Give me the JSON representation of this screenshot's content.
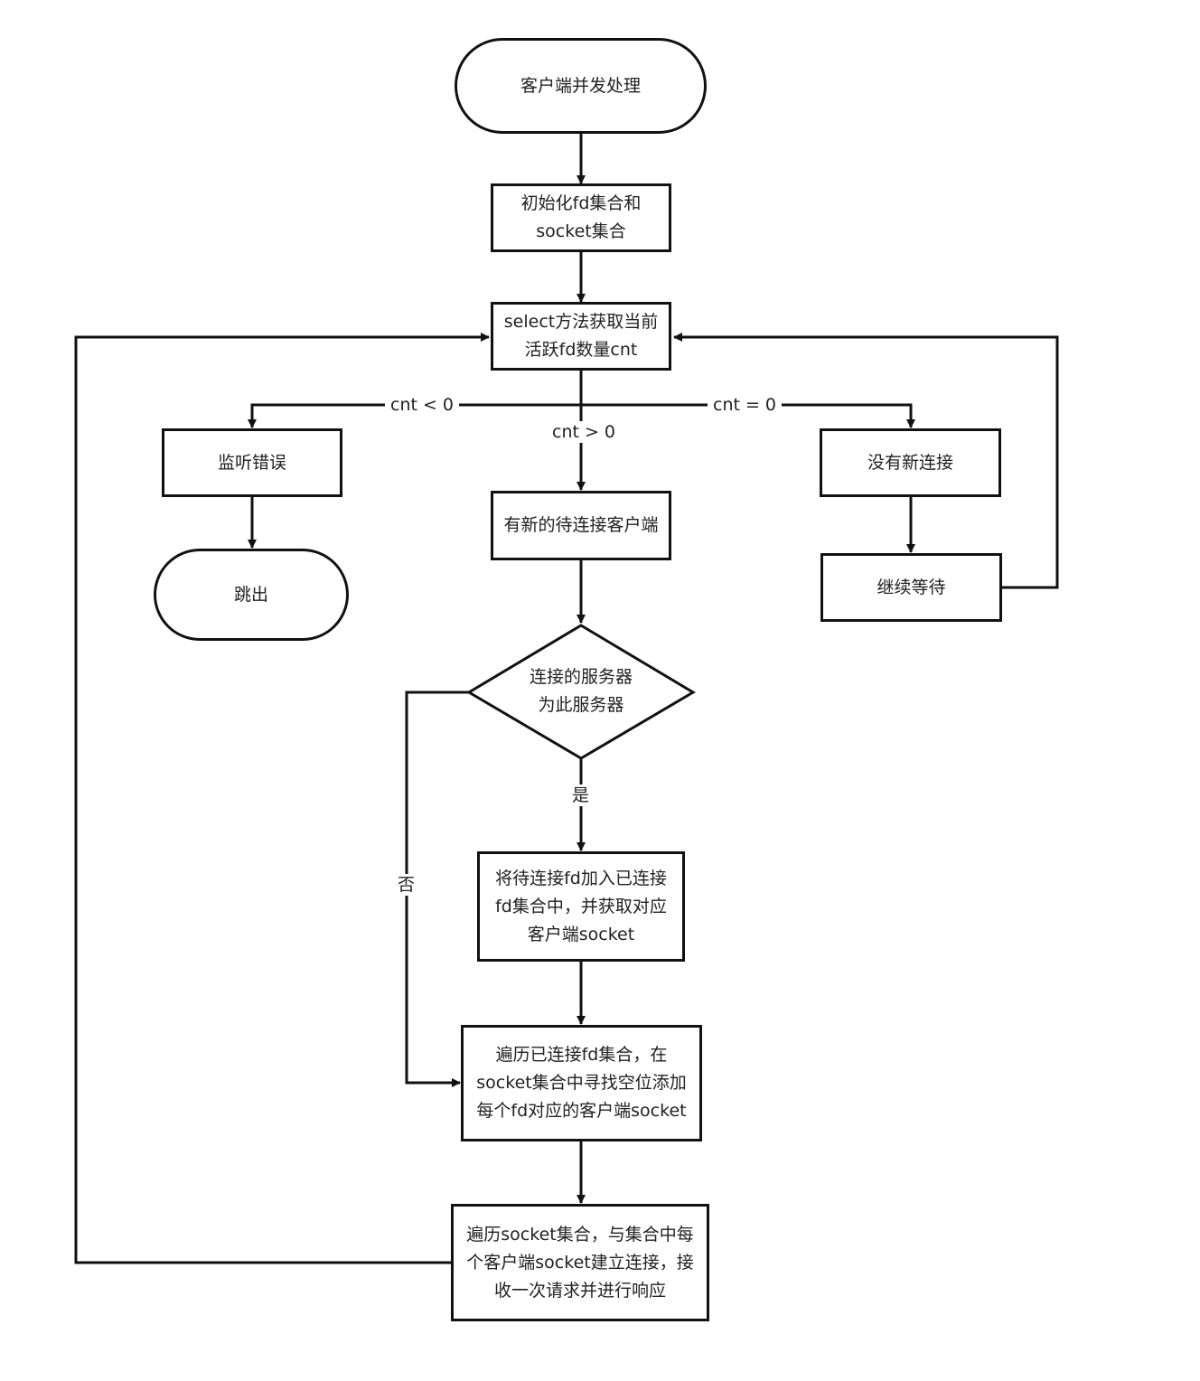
{
  "nodes": {
    "start": "客户端并发处理",
    "init": "初始化fd集合和\nsocket集合",
    "select": "select方法获取当前\n活跃fd数量cnt",
    "error": "监听错误",
    "exit": "跳出",
    "new_client": "有新的待连接客户端",
    "no_conn": "没有新连接",
    "wait": "继续等待",
    "decision": "连接的服务器\n为此服务器",
    "add_fd": "将待连接fd加入已连接\nfd集合中，并获取对应\n客户端socket",
    "traverse_fd": "遍历已连接fd集合，在\nsocket集合中寻找空位添加\n每个fd对应的客户端socket",
    "traverse_socket": "遍历socket集合，与集合中每\n个客户端socket建立连接，接\n收一次请求并进行响应"
  },
  "edges": {
    "cnt_lt0": "cnt < 0",
    "cnt_eq0": "cnt = 0",
    "cnt_gt0": "cnt > 0",
    "yes": "是",
    "no": "否"
  }
}
